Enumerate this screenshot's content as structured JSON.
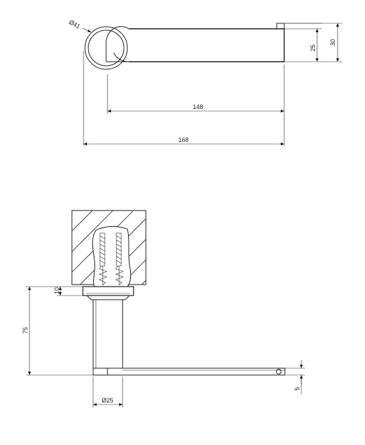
{
  "top_view": {
    "dim_diameter_base": "Ø41",
    "dim_height_outer": "30",
    "dim_height_inner": "25",
    "dim_arm_length": "148",
    "dim_total_length": "168"
  },
  "front_view": {
    "dim_base_thickness": "10",
    "dim_height": "75",
    "dim_tube_diameter": "Ø25",
    "dim_arm_thickness": "5"
  },
  "colors": {
    "line": "#1a1a1a",
    "background": "#ffffff"
  }
}
